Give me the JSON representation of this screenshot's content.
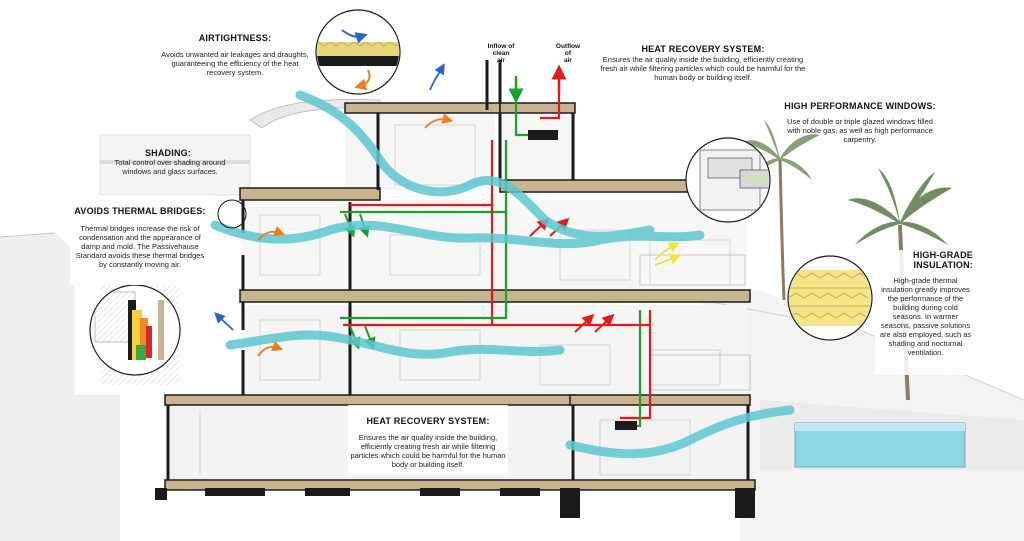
{
  "labels": {
    "airtightness": {
      "title": "AIRTIGHTNESS:",
      "body": "Avoids unwanted air leakages and draughts, guaranteeing the efficiency of the heat recovery system."
    },
    "shading": {
      "title": "SHADING:",
      "body": "Total control over shading around windows and glass surfaces."
    },
    "thermal_bridges": {
      "title": "AVOIDS THERMAL BRIDGES:",
      "body": "Thermal bridges increase the risk of condensation and the appearance of damp and mold. The Passivehause Standard avoids these thermal bridges by constantly moving air."
    },
    "hrs_top": {
      "title": "HEAT RECOVERY SYSTEM:",
      "body": "Ensures the air quality inside the building, efficiently creating fresh air while filtering particles which could be harmful for the human body or building itself."
    },
    "windows": {
      "title": "HIGH PERFORMANCE WINDOWS:",
      "body": "Use of double or triple glazed windows filled with noble gas, as well as high performance carpentry."
    },
    "insulation": {
      "title_line1": "HIGH-GRADE",
      "title_line2": "INSULATION:",
      "body": "High-grade thermal insulation greatly improves the performance of the building during cold seasons. In warmer seasons, passive solutions are also employed, such as shading and nocturnal ventilation."
    },
    "hrs_bottom": {
      "title": "HEAT RECOVERY SYSTEM:",
      "body": "Ensures the air quality inside the building, efficiently creating fresh air while filtering particles which could be harmful for the human body or building itself."
    },
    "inflow": {
      "line1": "Inflow of",
      "line2": "clean",
      "line3": "air"
    },
    "outflow": {
      "line1": "Outflow",
      "line2": "of",
      "line3": "air"
    }
  },
  "colors": {
    "airflow": "#5cc7d2",
    "clean_air": "#19a12b",
    "exhaust_air": "#e11b1b",
    "warm_arrow": "#f07d1c",
    "cool_arrow": "#2d63c8",
    "slab": "#c9b48f",
    "wall": "#1b1b1b",
    "pool": "#8fd6e3",
    "insulation": "#f3e58a"
  },
  "icons": {
    "airflow": "wave-band",
    "arrows": "arrow-icon",
    "details": "magnifier-circle",
    "trees": "palm-tree-icon"
  }
}
